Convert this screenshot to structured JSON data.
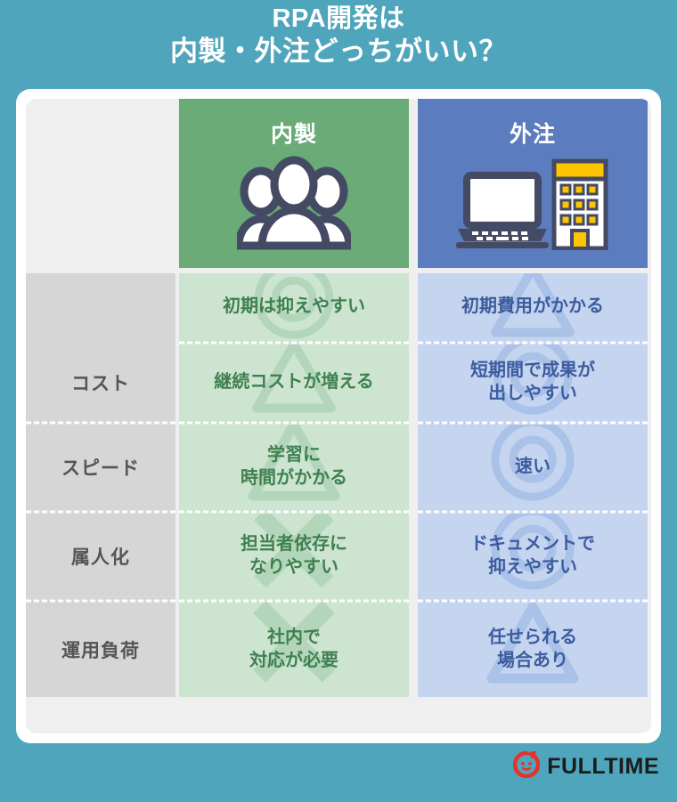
{
  "title": {
    "line1": "RPA開発は",
    "line2": "内製・外注どっちがいい？"
  },
  "table": {
    "columns": [
      {
        "key": "label",
        "header": "",
        "icon": ""
      },
      {
        "key": "in_house",
        "header": "内製",
        "icon": "people-group-icon",
        "accent": "#6aab78",
        "cell_bg": "#cde5d0",
        "text": "#3f8050"
      },
      {
        "key": "outsourced",
        "header": "外注",
        "icon": "laptop-and-building-icon",
        "accent": "#5b7cbe",
        "cell_bg": "#c5d5f0",
        "text": "#3d5c9e"
      }
    ],
    "rows": [
      {
        "label": "コスト",
        "subrows": [
          {
            "in_house": "初期は抑えやすい",
            "in_house_mark": "double-circle",
            "outsourced": "初期費用がかかる",
            "outsourced_mark": "triangle"
          },
          {
            "in_house": "継続コストが増える",
            "in_house_mark": "triangle",
            "outsourced": "短期間で成果が\n出しやすい",
            "outsourced_mark": "double-circle"
          }
        ]
      },
      {
        "label": "スピード",
        "subrows": [
          {
            "in_house": "学習に\n時間がかかる",
            "in_house_mark": "triangle",
            "outsourced": "速い",
            "outsourced_mark": "double-circle"
          }
        ]
      },
      {
        "label": "属人化",
        "subrows": [
          {
            "in_house": "担当者依存に\nなりやすい",
            "in_house_mark": "cross",
            "outsourced": "ドキュメントで\n抑えやすい",
            "outsourced_mark": "double-circle"
          }
        ]
      },
      {
        "label": "運用負荷",
        "subrows": [
          {
            "in_house": "社内で\n対応が必要",
            "in_house_mark": "cross",
            "outsourced": "任せられる\n場合あり",
            "outsourced_mark": "triangle"
          }
        ]
      }
    ]
  },
  "footer": {
    "brand": "FULLTIME",
    "logo_icon": "fulltime-flame-mark-icon",
    "logo_color": "#e8312a"
  },
  "colors": {
    "background": "#4fa5bb",
    "card": "#ffffff",
    "panel": "#efefef",
    "label_column": "#d6d6d6",
    "label_text": "#555555",
    "title_text": "#ffffff"
  }
}
